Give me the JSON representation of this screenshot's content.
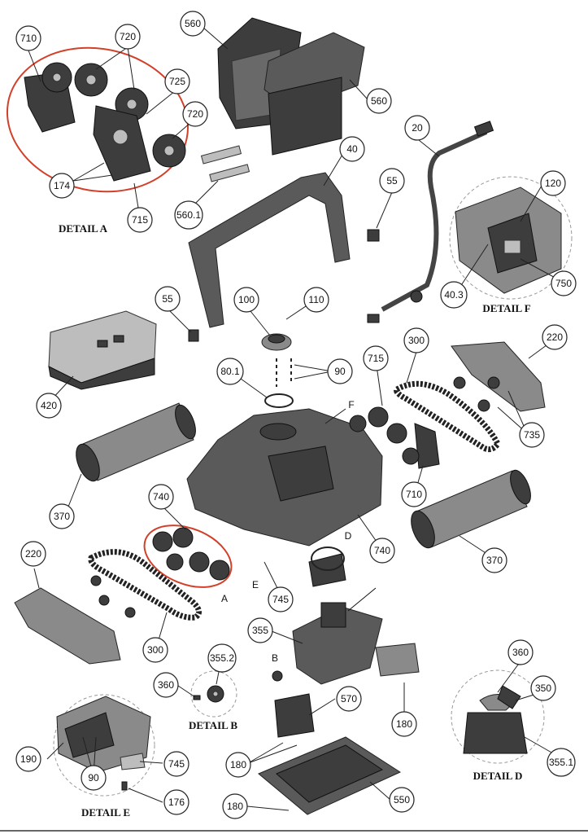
{
  "callouts": [
    "710",
    "720",
    "725",
    "720",
    "174",
    "715",
    "560",
    "560",
    "560.1",
    "40",
    "20",
    "55",
    "120",
    "750",
    "40.3",
    "55",
    "100",
    "110",
    "420",
    "80.1",
    "90",
    "715",
    "300",
    "220",
    "735",
    "370",
    "740",
    "710",
    "370",
    "740",
    "220",
    "745",
    "300",
    "355",
    "355.2",
    "360",
    "570",
    "180",
    "360",
    "350",
    "190",
    "90",
    "745",
    "176",
    "180",
    "550",
    "180",
    "355.1"
  ],
  "detail_labels": [
    "DETAIL A",
    "DETAIL F",
    "DETAIL B",
    "DETAIL E",
    "DETAIL D"
  ],
  "letters": [
    "F",
    "A",
    "E",
    "D",
    "B"
  ],
  "colors": {
    "ring": "#d2402a",
    "part": "#5a5a5a",
    "light": "#bdbdbd",
    "line": "#222222"
  }
}
